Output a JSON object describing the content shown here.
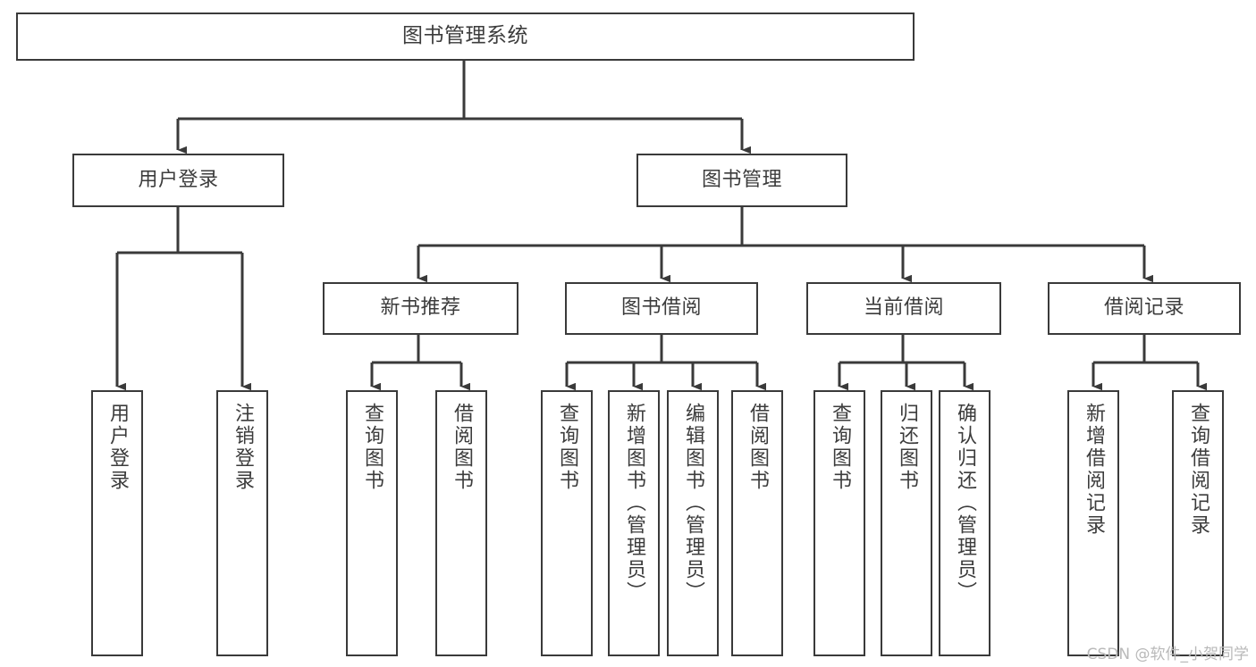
{
  "diagram": {
    "title": "图书管理系统",
    "watermark": "CSDN @软件_小贺同学",
    "colors": {
      "stroke": "#3a3a3a",
      "text": "#3c3c3c",
      "background": "#ffffff",
      "watermark": "#b9b9b9"
    },
    "nodes": {
      "root": {
        "label": "图书管理系统"
      },
      "level1": [
        {
          "label": "用户登录"
        },
        {
          "label": "图书管理"
        }
      ],
      "level2": [
        {
          "label": "新书推荐"
        },
        {
          "label": "图书借阅"
        },
        {
          "label": "当前借阅"
        },
        {
          "label": "借阅记录"
        }
      ],
      "leaves": {
        "user_login": [
          {
            "label": "用户登录"
          },
          {
            "label": "注销登录"
          }
        ],
        "new_book": [
          {
            "label": "查询图书"
          },
          {
            "label": "借阅图书"
          }
        ],
        "book_borrow": [
          {
            "label": "查询图书"
          },
          {
            "label": "新增图书（管理员）"
          },
          {
            "label": "编辑图书（管理员）"
          },
          {
            "label": "借阅图书"
          }
        ],
        "current_borrow": [
          {
            "label": "查询图书"
          },
          {
            "label": "归还图书"
          },
          {
            "label": "确认归还（管理员）"
          }
        ],
        "borrow_record": [
          {
            "label": "新增借阅记录"
          },
          {
            "label": "查询借阅记录"
          }
        ]
      }
    }
  }
}
